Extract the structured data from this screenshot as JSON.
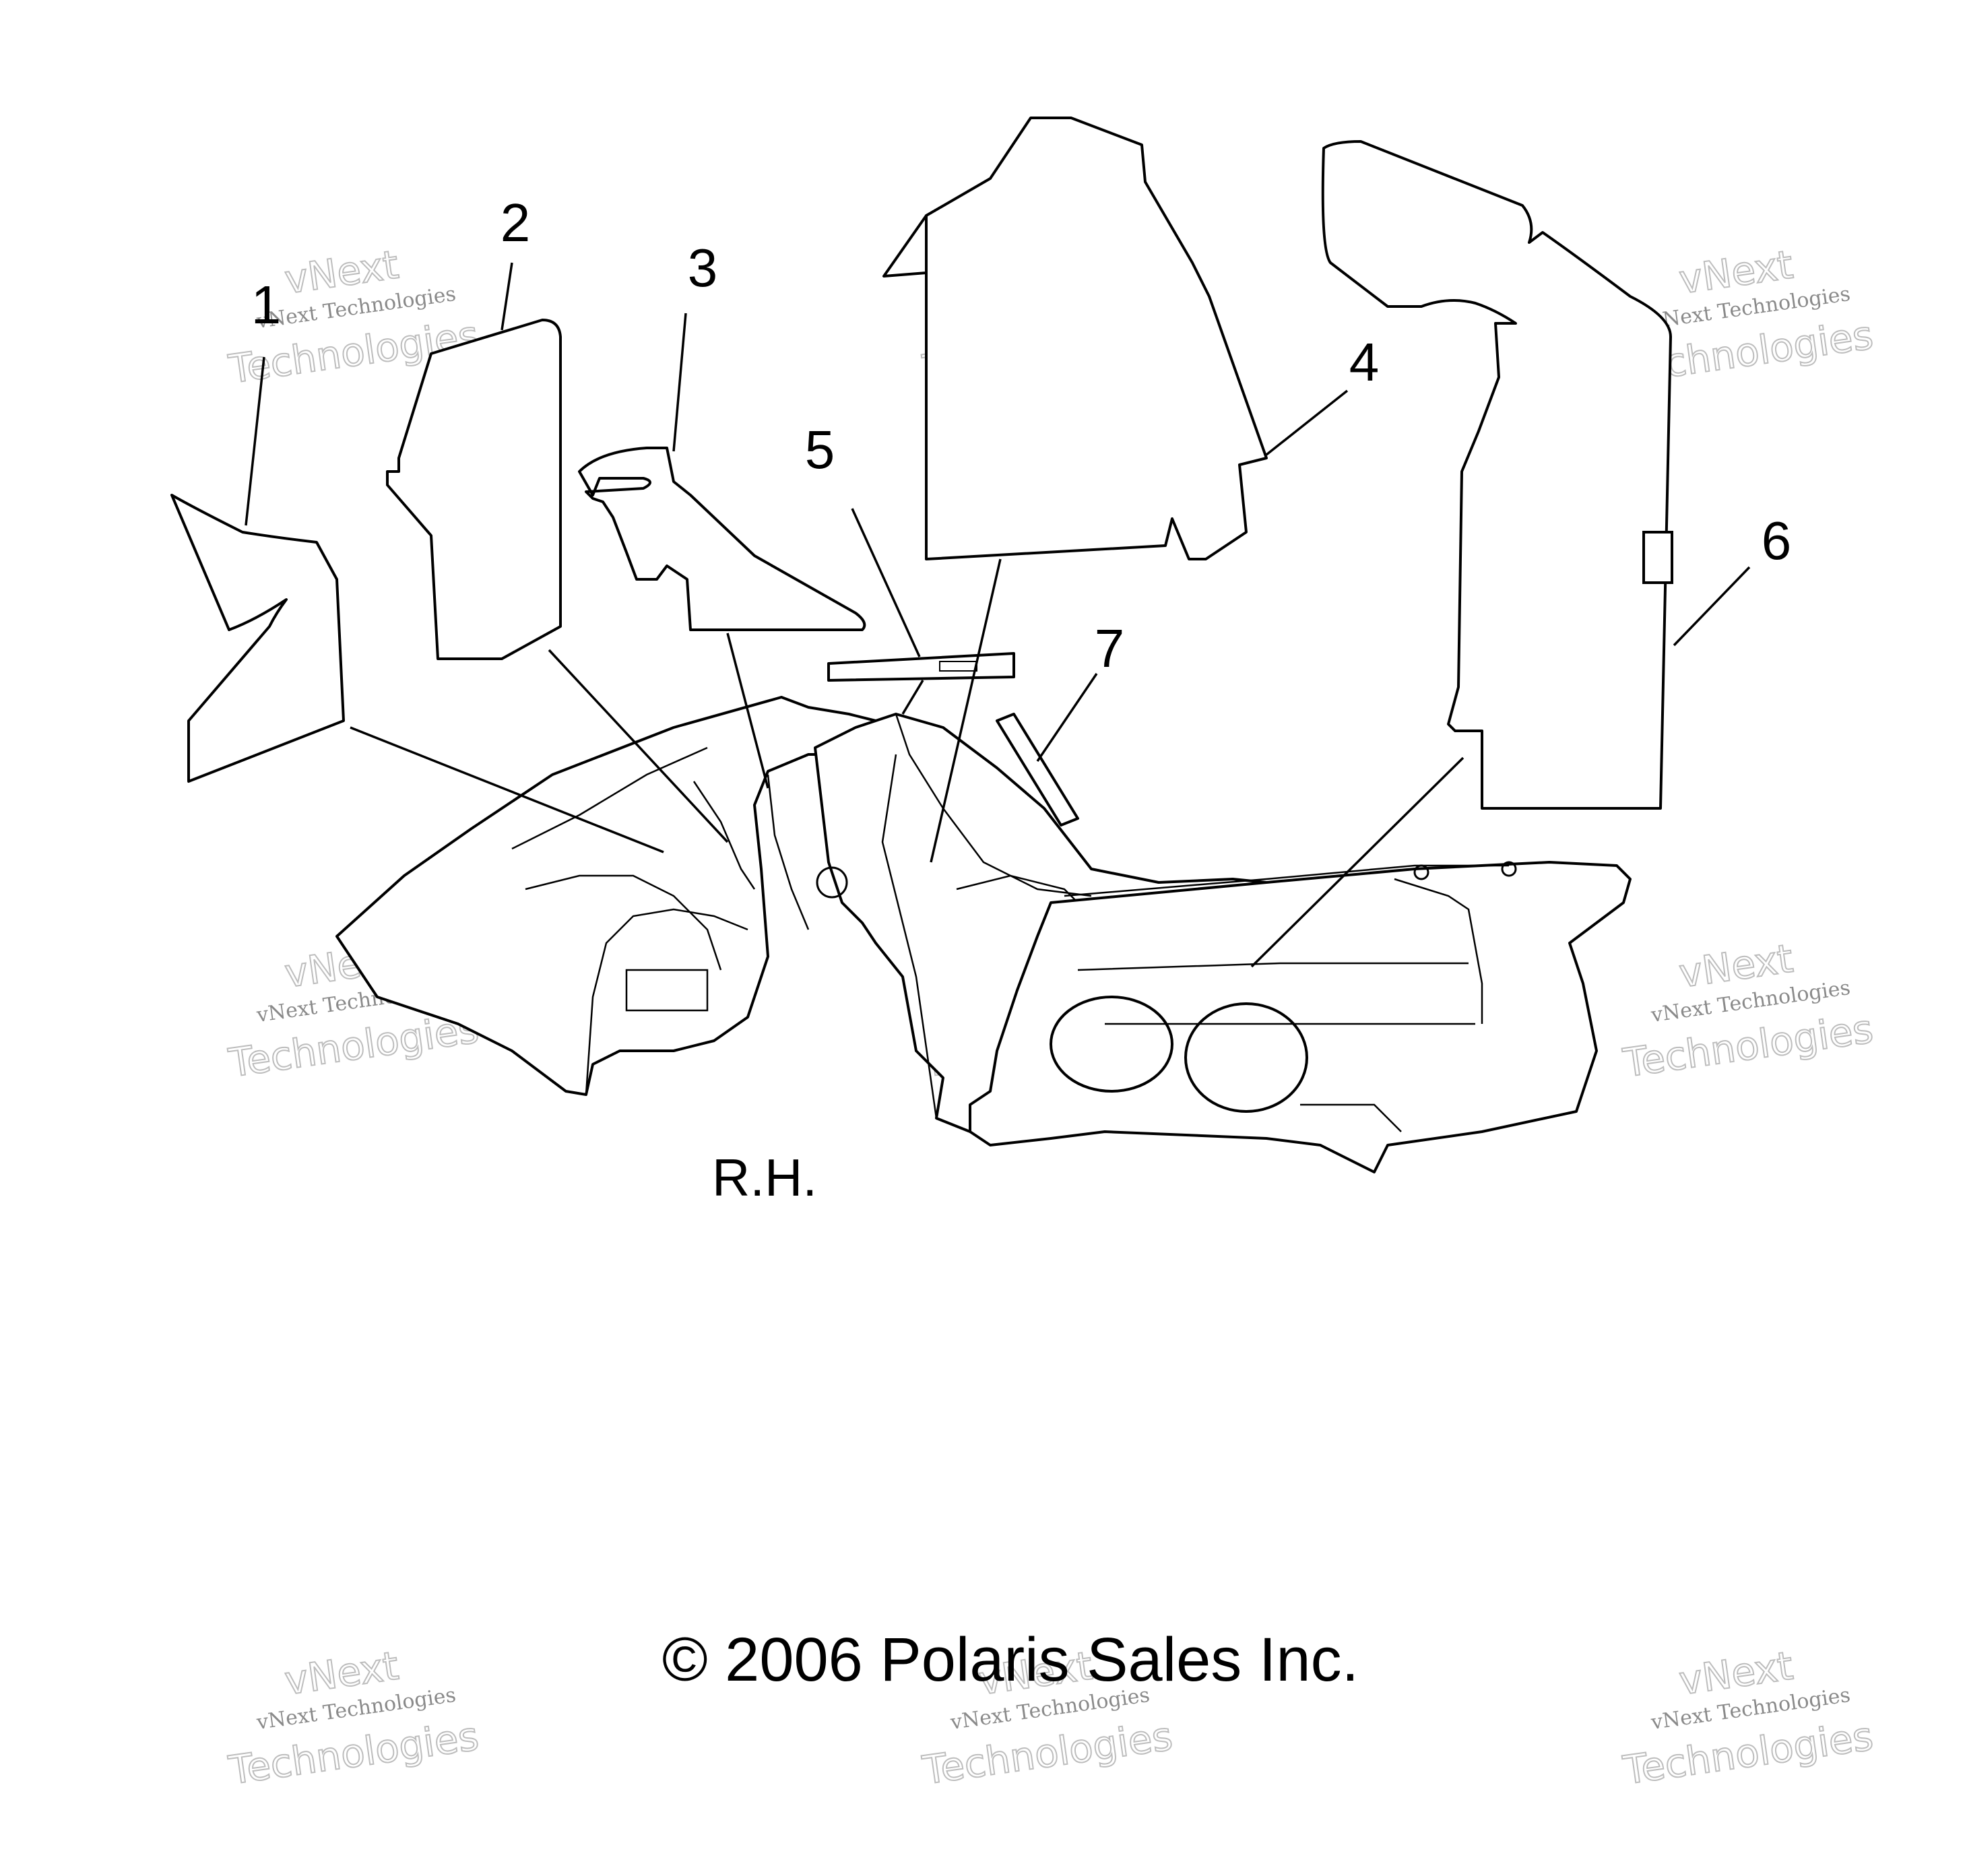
{
  "callouts": [
    {
      "id": "1",
      "label": "1"
    },
    {
      "id": "2",
      "label": "2"
    },
    {
      "id": "3",
      "label": "3"
    },
    {
      "id": "4",
      "label": "4"
    },
    {
      "id": "5",
      "label": "5"
    },
    {
      "id": "6",
      "label": "6"
    },
    {
      "id": "7",
      "label": "7"
    }
  ],
  "side_label": "R.H.",
  "copyright": "© 2006 Polaris Sales Inc.",
  "watermark": {
    "line1": "vNext",
    "line2": "vNext Technologies",
    "line3": "Technologies"
  }
}
